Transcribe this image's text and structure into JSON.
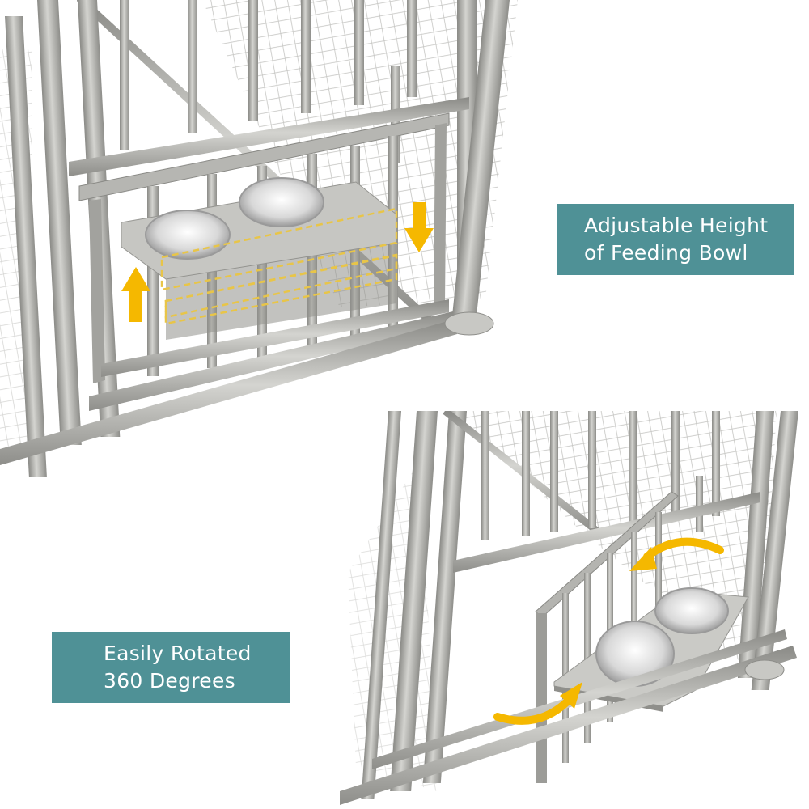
{
  "captions": {
    "top": {
      "line1": "Adjustable Height",
      "line2": "of Feeding Bowl"
    },
    "bottom": {
      "line1": "Easily Rotated",
      "line2": "360 Degrees"
    }
  },
  "colors": {
    "caption_bg": "#4f9196",
    "caption_text": "#ffffff",
    "arrow": "#f5b800",
    "dashed_outline": "#e8c548",
    "steel": "#a8a8a4",
    "steel_dark": "#7f7f7b",
    "steel_light": "#d2d2ce",
    "mesh": "#b9b9b6",
    "background": "#ffffff"
  },
  "icons": {
    "up_arrow": "arrow-up",
    "down_arrow": "arrow-down",
    "rotate_arrows": "curved-arrows"
  }
}
